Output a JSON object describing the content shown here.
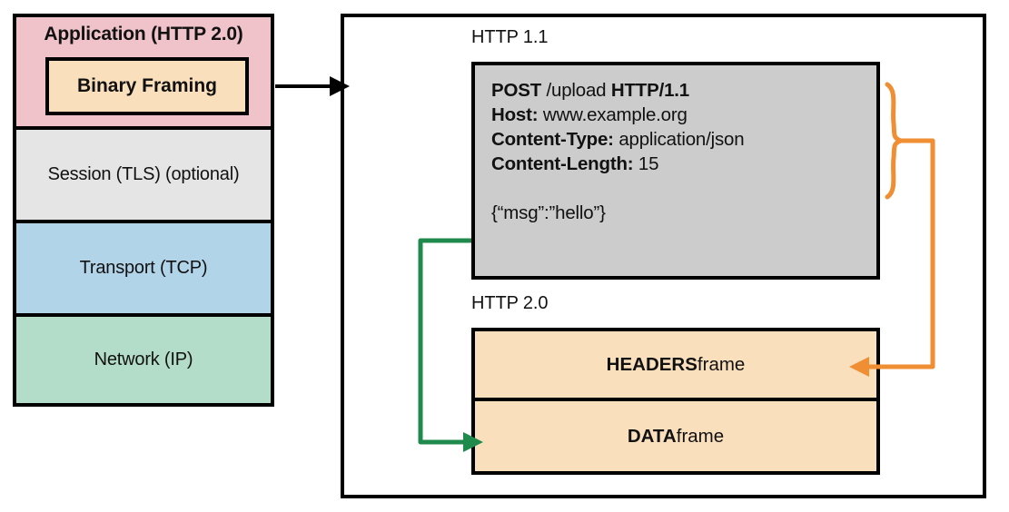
{
  "stack": {
    "layers": [
      {
        "label": "Application (HTTP 2.0)",
        "color": "#f0c3cb"
      },
      {
        "label": "Session (TLS) (optional)",
        "color": "#e5e5e5"
      },
      {
        "label": "Transport (TCP)",
        "color": "#b2d4e9"
      },
      {
        "label": "Network (IP)",
        "color": "#b4ddc9"
      }
    ],
    "binary_framing_label": "Binary Framing"
  },
  "panel": {
    "http11": {
      "caption": "HTTP 1.1",
      "request_line": {
        "method": "POST",
        "path": "/upload",
        "version": "HTTP/1.1"
      },
      "headers": [
        {
          "name": "Host:",
          "value": "www.example.org"
        },
        {
          "name": "Content-Type:",
          "value": "application/json"
        },
        {
          "name": "Content-Length:",
          "value": "15"
        }
      ],
      "body": "{“msg”:”hello”}"
    },
    "http20": {
      "caption": "HTTP 2.0",
      "frames": [
        {
          "name": "HEADERS",
          "suffix": " frame"
        },
        {
          "name": "DATA",
          "suffix": " frame"
        }
      ]
    }
  },
  "connectors": {
    "stack_to_panel": {
      "name": "black-arrow",
      "color": "#000000"
    },
    "headers_to_headers_frame": {
      "name": "orange-brace-arrow",
      "color": "#ef8e32"
    },
    "body_to_data_frame": {
      "name": "green-arrow",
      "color": "#1f8a4c"
    }
  }
}
